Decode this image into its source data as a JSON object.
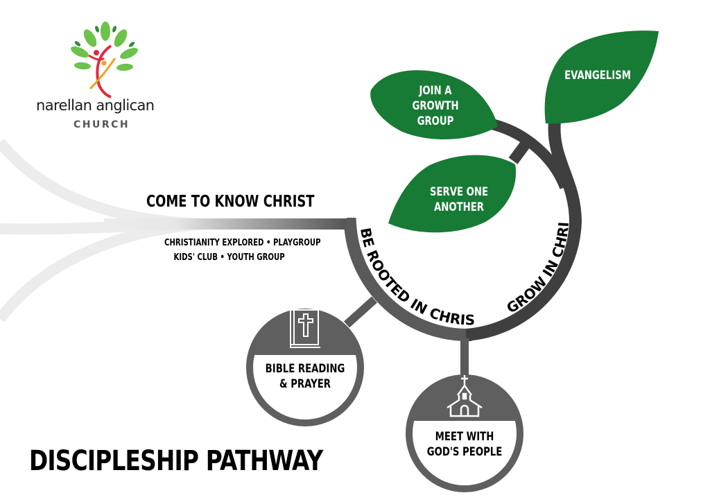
{
  "logo": {
    "name": "narellan anglican",
    "subtitle": "CHURCH"
  },
  "title": "DISCIPLESHIP PATHWAY",
  "stages": {
    "come_to_know": {
      "label": "COME TO KNOW CHRIST",
      "activities_line1": "CHRISTIANITY EXPLORED • PLAYGROUP",
      "activities_line2": "KIDS' CLUB • YOUTH GROUP"
    },
    "be_rooted": {
      "label": "BE ROOTED IN CHRIST"
    },
    "grow": {
      "label": "GROW IN CHRIST"
    }
  },
  "roots": [
    {
      "label_line1": "BIBLE READING",
      "label_line2": "& PRAYER",
      "icon": "bible-icon"
    },
    {
      "label_line1": "MEET WITH",
      "label_line2": "GOD'S PEOPLE",
      "icon": "church-icon"
    }
  ],
  "leaves": [
    {
      "lines": [
        "JOIN A",
        "GROWTH",
        "GROUP"
      ]
    },
    {
      "lines": [
        "SERVE ONE",
        "ANOTHER"
      ]
    },
    {
      "lines": [
        "EVANGELISM"
      ]
    }
  ],
  "colors": {
    "leaf_green": "#177a35",
    "stem_dark": "#3d3d3d",
    "root_gray": "#5f5f5f",
    "faded_path": "#ebebeb"
  }
}
